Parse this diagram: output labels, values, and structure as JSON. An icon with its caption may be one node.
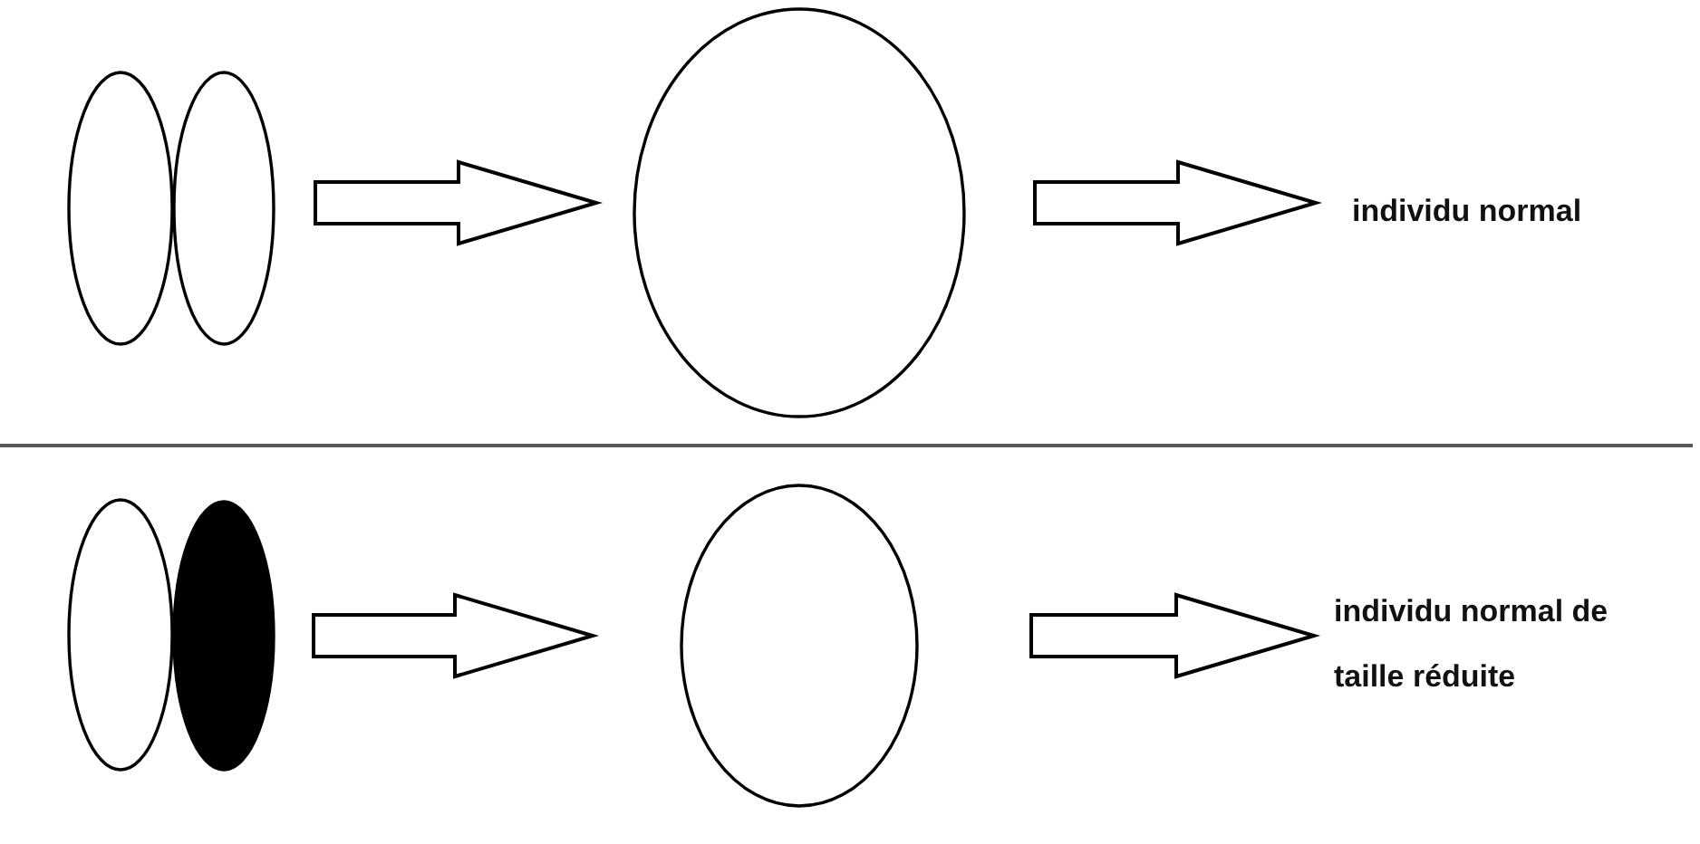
{
  "diagram": {
    "nodes": [
      {
        "text": [],
        "shape": "ellipse"
      },
      {
        "text": [],
        "shape": "ellipse"
      },
      {
        "text": [],
        "shape": "ellipse"
      },
      {
        "text": [
          "individu normal"
        ]
      },
      {
        "text": [],
        "shape": "ellipse"
      },
      {
        "text": [],
        "shape": "ellipse"
      },
      {
        "text": [],
        "shape": "ellipse"
      },
      {
        "text": [
          "individu normal de taille réduite"
        ]
      }
    ],
    "edges": [
      {
        "from": 1,
        "to": 2,
        "arrow": "to"
      },
      {
        "from": 2,
        "to": 3,
        "arrow": "to"
      },
      {
        "from": 5,
        "to": 6,
        "arrow": "to"
      },
      {
        "from": 6,
        "to": 7,
        "arrow": "to"
      }
    ]
  }
}
